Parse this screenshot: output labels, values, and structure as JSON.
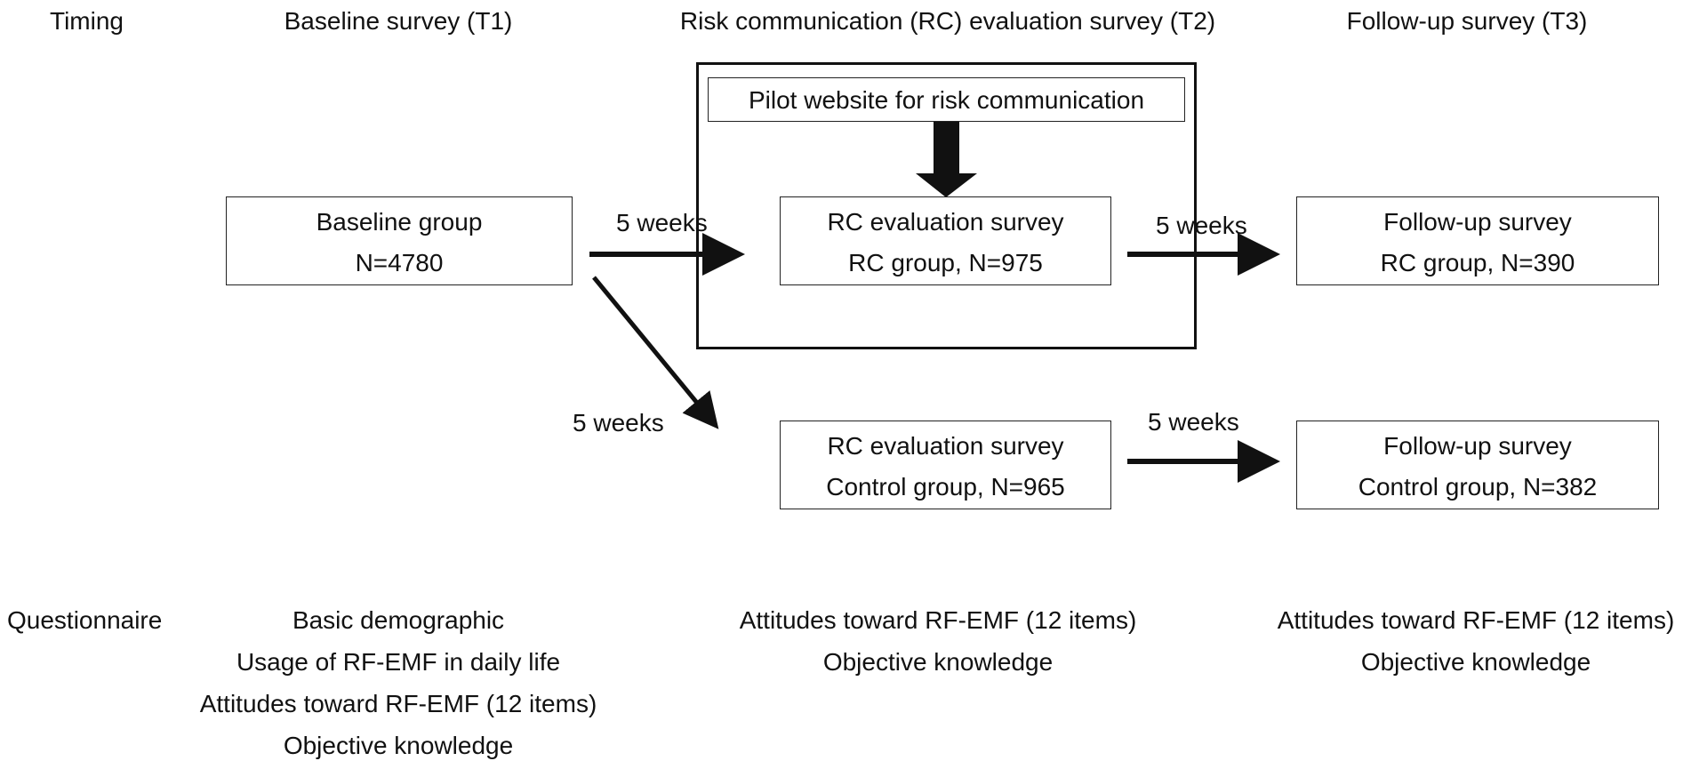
{
  "header": {
    "timing": "Timing",
    "t1": "Baseline survey (T1)",
    "t2": "Risk communication (RC) evaluation survey (T2)",
    "t3": "Follow-up survey (T3)"
  },
  "pilot_label": "Pilot website for risk communication",
  "baseline": {
    "title": "Baseline group",
    "n": "N=4780"
  },
  "rc_eval": {
    "title": "RC evaluation survey",
    "n": "RC group, N=975"
  },
  "rc_follow": {
    "title": "Follow-up survey",
    "n": "RC group, N=390"
  },
  "ctrl_eval": {
    "title": "RC evaluation survey",
    "n": "Control group, N=965"
  },
  "ctrl_follow": {
    "title": "Follow-up survey",
    "n": "Control group, N=382"
  },
  "arrows": {
    "a1": "5 weeks",
    "a2": "5 weeks",
    "a3": "5 weeks",
    "a4": "5 weeks"
  },
  "questionnaire": {
    "label": "Questionnaire",
    "t1": [
      "Basic demographic",
      "Usage of RF-EMF in daily life",
      "Attitudes toward RF-EMF (12 items)",
      "Objective knowledge"
    ],
    "t2": [
      "Attitudes toward RF-EMF (12 items)",
      "Objective knowledge"
    ],
    "t3": [
      "Attitudes toward RF-EMF (12 items)",
      "Objective knowledge"
    ]
  }
}
